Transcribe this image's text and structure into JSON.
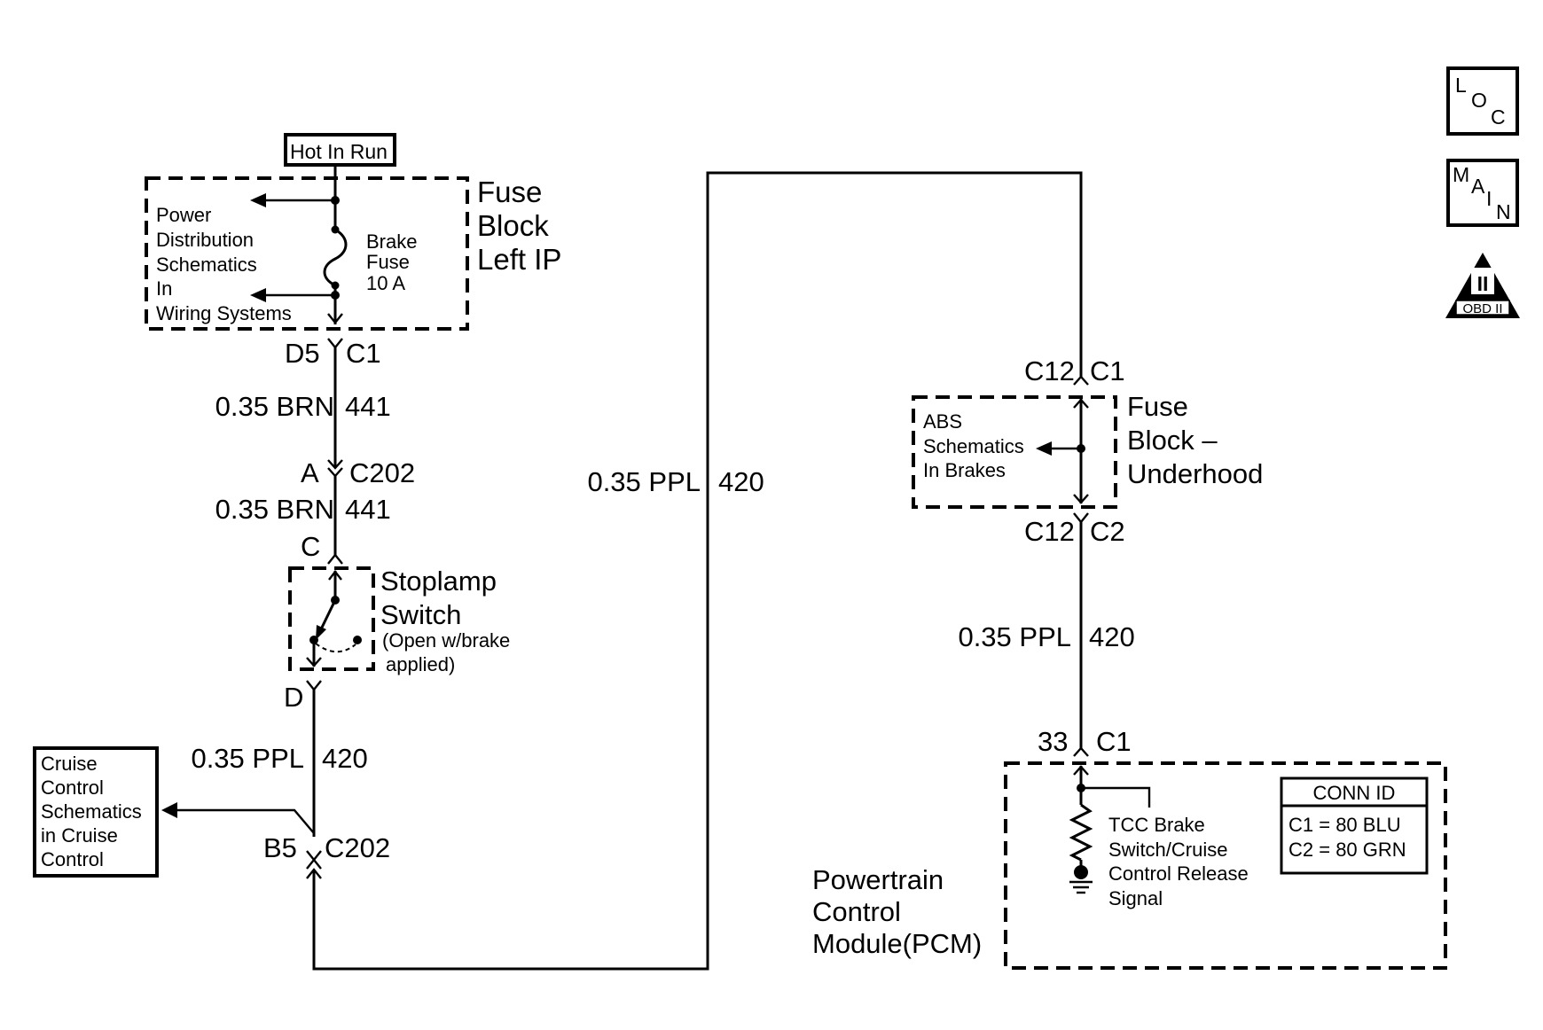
{
  "hot_in_run": "Hot In Run",
  "fuse_block_left_ip": {
    "title": [
      "Fuse",
      "Block",
      "Left IP"
    ]
  },
  "power_distribution_ref": [
    "Power",
    "Distribution",
    "Schematics",
    "In",
    "Wiring Systems"
  ],
  "brake_fuse": [
    "Brake",
    "Fuse",
    "10 A"
  ],
  "connectors": {
    "d5": "D5",
    "c1_top": "C1",
    "a": "A",
    "c202_a": "C202",
    "c": "C",
    "d": "D",
    "b5": "B5",
    "c202_b": "C202",
    "c12_upper": "C12",
    "c1_fbu": "C1",
    "c12_lower": "C12",
    "c2_fbu": "C2",
    "pin33": "33",
    "c1_pcm": "C1"
  },
  "wires": {
    "brn_441_1": {
      "gauge_color": "0.35 BRN",
      "circuit": "441"
    },
    "brn_441_2": {
      "gauge_color": "0.35 BRN",
      "circuit": "441"
    },
    "ppl_420_left": {
      "gauge_color": "0.35 PPL",
      "circuit": "420"
    },
    "ppl_420_mid": {
      "gauge_color": "0.35 PPL",
      "circuit": "420"
    },
    "ppl_420_right": {
      "gauge_color": "0.35 PPL",
      "circuit": "420"
    }
  },
  "stoplamp_switch": {
    "title": [
      "Stoplamp",
      "Switch"
    ],
    "note": [
      "(Open w/brake",
      "applied)"
    ]
  },
  "cruise_control_ref": [
    "Cruise",
    "Control",
    "Schematics",
    "in Cruise",
    "Control"
  ],
  "fuse_block_underhood": {
    "title": [
      "Fuse",
      "Block –",
      "Underhood"
    ]
  },
  "abs_ref": [
    "ABS",
    "Schematics",
    "In Brakes"
  ],
  "pcm": {
    "title": [
      "Powertrain",
      "Control",
      "Module(PCM)"
    ],
    "signal": [
      "TCC Brake",
      "Switch/Cruise",
      "Control Release",
      "Signal"
    ]
  },
  "conn_id": {
    "header": "CONN ID",
    "rows": [
      "C1 = 80 BLU",
      "C2 = 80 GRN"
    ]
  },
  "icons": {
    "loc": {
      "l": "L",
      "o": "O",
      "c": "C"
    },
    "main": {
      "m": "M",
      "a": "A",
      "i": "I",
      "n": "N"
    },
    "obd": {
      "numeral": "II",
      "label": "OBD II"
    }
  }
}
